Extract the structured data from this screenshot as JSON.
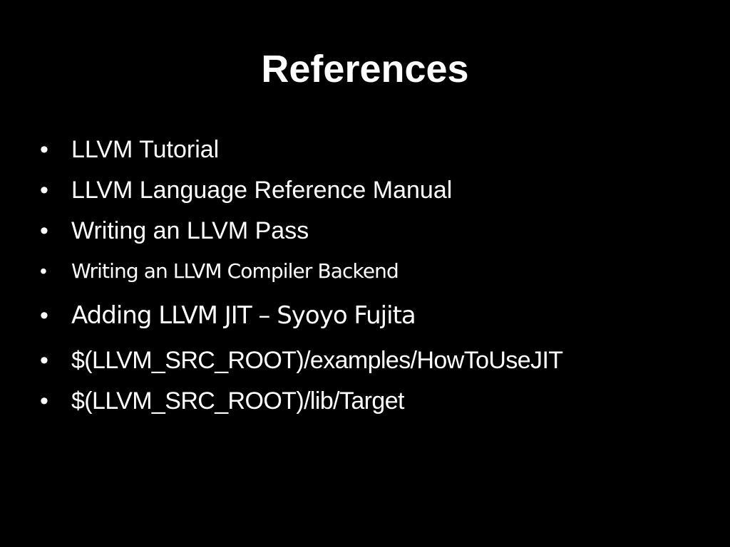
{
  "slide": {
    "title": "References",
    "bullet_symbol": "•",
    "items": [
      {
        "text": "LLVM Tutorial"
      },
      {
        "text": "LLVM Language Reference Manual"
      },
      {
        "text": "Writing an LLVM Pass"
      },
      {
        "text": "Writing an LLVM Compiler Backend"
      },
      {
        "text": "Adding LLVM JIT – Syoyo Fujita"
      },
      {
        "text": "$(LLVM_SRC_ROOT)/examples/HowToUseJIT"
      },
      {
        "text": "$(LLVM_SRC_ROOT)/lib/Target"
      }
    ]
  },
  "colors": {
    "background": "#000000",
    "text": "#ffffff"
  }
}
